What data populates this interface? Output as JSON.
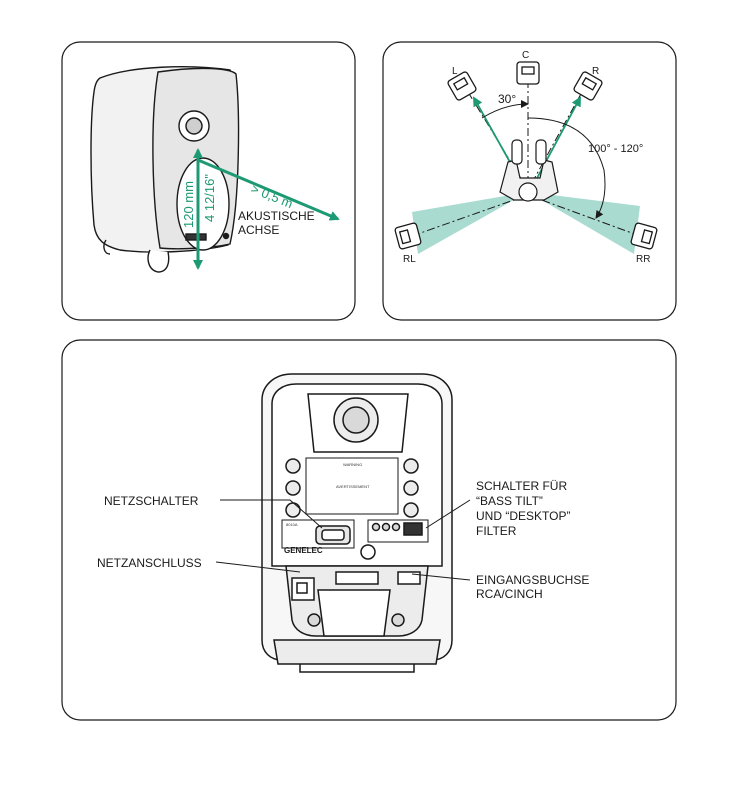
{
  "panel1": {
    "dim_height_mm": "120 mm",
    "dim_height_in": "4 12/16\"",
    "distance": "> 0,5 m",
    "axis_label_line1": "AKUSTISCHE",
    "axis_label_line2": "ACHSE"
  },
  "panel2": {
    "speaker_l": "L",
    "speaker_c": "C",
    "speaker_r": "R",
    "speaker_rl": "RL",
    "speaker_rr": "RR",
    "angle_front": "30°",
    "angle_rear": "100° - 120°"
  },
  "panel3": {
    "power_switch": "NETZSCHALTER",
    "power_connector": "NETZANSCHLUSS",
    "switch_label_1": "SCHALTER FÜR",
    "switch_label_2": "“BASS TILT”",
    "switch_label_3": "UND “DESKTOP”",
    "switch_label_4": "FILTER",
    "input_label_1": "EINGANGSBUCHSE",
    "input_label_2": "RCA/CINCH",
    "brand": "GENELEC",
    "warning_title": "WARNING",
    "warning_title_fr": "AVERTISSEMENT",
    "model": "8010A"
  },
  "colors": {
    "accent_green": "#1d9a73",
    "fan_fill": "#a9dbd0",
    "line": "#1a1a1a"
  }
}
